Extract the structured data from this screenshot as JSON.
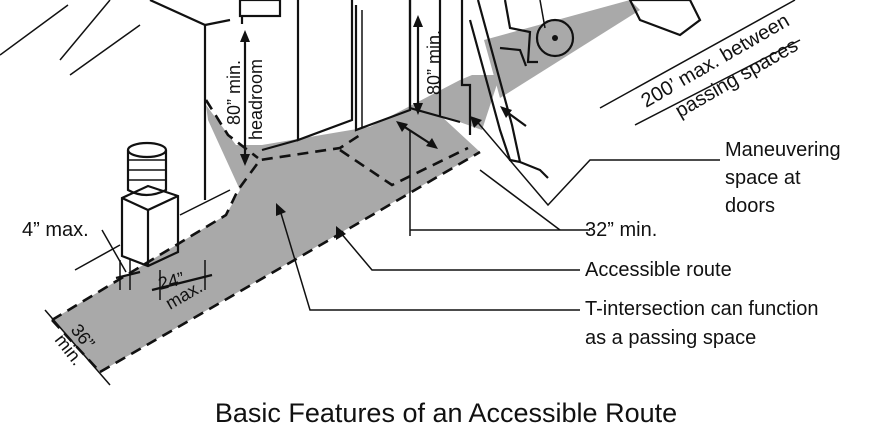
{
  "title": "Basic Features of an Accessible Route",
  "callouts": {
    "maneuvering_1": "Maneuvering",
    "maneuvering_2": "space at",
    "maneuvering_3": "doors",
    "door_width": "32” min.",
    "accessible_route": "Accessible route",
    "t_intersection_1": "T-intersection can function",
    "t_intersection_2": "as a passing space"
  },
  "dimensions": {
    "headroom_value": "80” min.",
    "headroom_word": "headroom",
    "door_height": "80” min.",
    "protrusion": "4” max.",
    "post_depth_value": "24”",
    "post_depth_limit": "max.",
    "route_width_value": "36”",
    "route_width_limit": "min.",
    "passing_1": "200’ max. between",
    "passing_2": "passing spaces"
  },
  "colors": {
    "route_fill": "#a9a9a9",
    "line": "#111111",
    "background": "#ffffff"
  }
}
